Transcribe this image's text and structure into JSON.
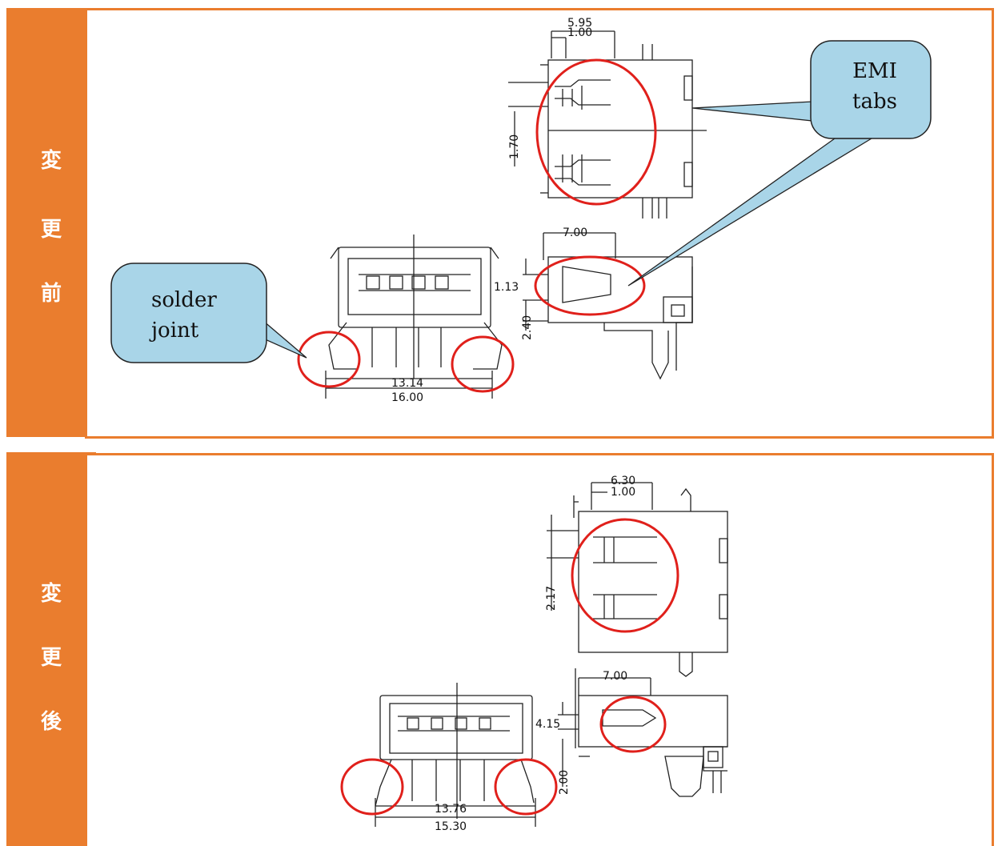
{
  "before": {
    "section_label": [
      "変",
      "更",
      "前"
    ],
    "callout_emi": [
      "EMI",
      "tabs"
    ],
    "callout_solder": [
      "solder",
      "joint"
    ],
    "dims": {
      "top_width_outer": "5.95",
      "top_width_inner": "1.00",
      "top_height": "1.70",
      "side_width": "7.00",
      "side_tab": "1.13",
      "side_pin": "2.40",
      "front_inner": "13.14",
      "front_outer": "16.00"
    }
  },
  "after": {
    "section_label": [
      "変",
      "更",
      "後"
    ],
    "dims": {
      "top_width_outer": "6.30",
      "top_width_inner": "1.00",
      "top_height": "2.17",
      "side_width": "7.00",
      "side_tab": "4.15",
      "side_pin": "2.00",
      "front_inner": "13.76",
      "front_outer": "15.30"
    }
  },
  "colors": {
    "accent": "#ea7d2e",
    "highlight_circle": "#e0201b",
    "callout_fill": "#a9d5e8",
    "drawing": "#222222"
  }
}
